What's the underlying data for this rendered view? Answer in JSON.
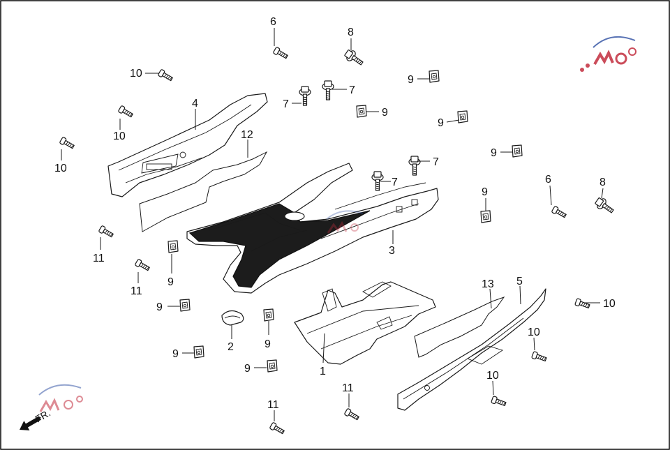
{
  "callouts": [
    {
      "id": "c6a",
      "label": "6"
    },
    {
      "id": "c8a",
      "label": "8"
    },
    {
      "id": "c10a",
      "label": "10"
    },
    {
      "id": "c10b",
      "label": "10"
    },
    {
      "id": "c10c",
      "label": "10"
    },
    {
      "id": "c4",
      "label": "4"
    },
    {
      "id": "c12",
      "label": "12"
    },
    {
      "id": "c7a",
      "label": "7"
    },
    {
      "id": "c7b",
      "label": "7"
    },
    {
      "id": "c9a",
      "label": "9"
    },
    {
      "id": "c9b",
      "label": "9"
    },
    {
      "id": "c9c",
      "label": "9"
    },
    {
      "id": "c9d",
      "label": "9"
    },
    {
      "id": "c7c",
      "label": "7"
    },
    {
      "id": "c7d",
      "label": "7"
    },
    {
      "id": "c6b",
      "label": "6"
    },
    {
      "id": "c8b",
      "label": "8"
    },
    {
      "id": "c9e",
      "label": "9"
    },
    {
      "id": "c3",
      "label": "3"
    },
    {
      "id": "c11a",
      "label": "11"
    },
    {
      "id": "c11b",
      "label": "11"
    },
    {
      "id": "c9f",
      "label": "9"
    },
    {
      "id": "c9g",
      "label": "9"
    },
    {
      "id": "c2",
      "label": "2"
    },
    {
      "id": "c9h",
      "label": "9"
    },
    {
      "id": "c9i",
      "label": "9"
    },
    {
      "id": "c9j",
      "label": "9"
    },
    {
      "id": "c1",
      "label": "1"
    },
    {
      "id": "c13",
      "label": "13"
    },
    {
      "id": "c5",
      "label": "5"
    },
    {
      "id": "c10d",
      "label": "10"
    },
    {
      "id": "c10e",
      "label": "10"
    },
    {
      "id": "c10f",
      "label": "10"
    },
    {
      "id": "c11c",
      "label": "11"
    },
    {
      "id": "c11d",
      "label": "11"
    }
  ],
  "direction": {
    "label": "FR."
  },
  "watermark": {
    "brand_color": "#c22d3e",
    "accent_color": "#3b5aa8"
  },
  "icons": {
    "direction": "arrow-left-down-icon",
    "watermark": "moto-logo-icon"
  }
}
